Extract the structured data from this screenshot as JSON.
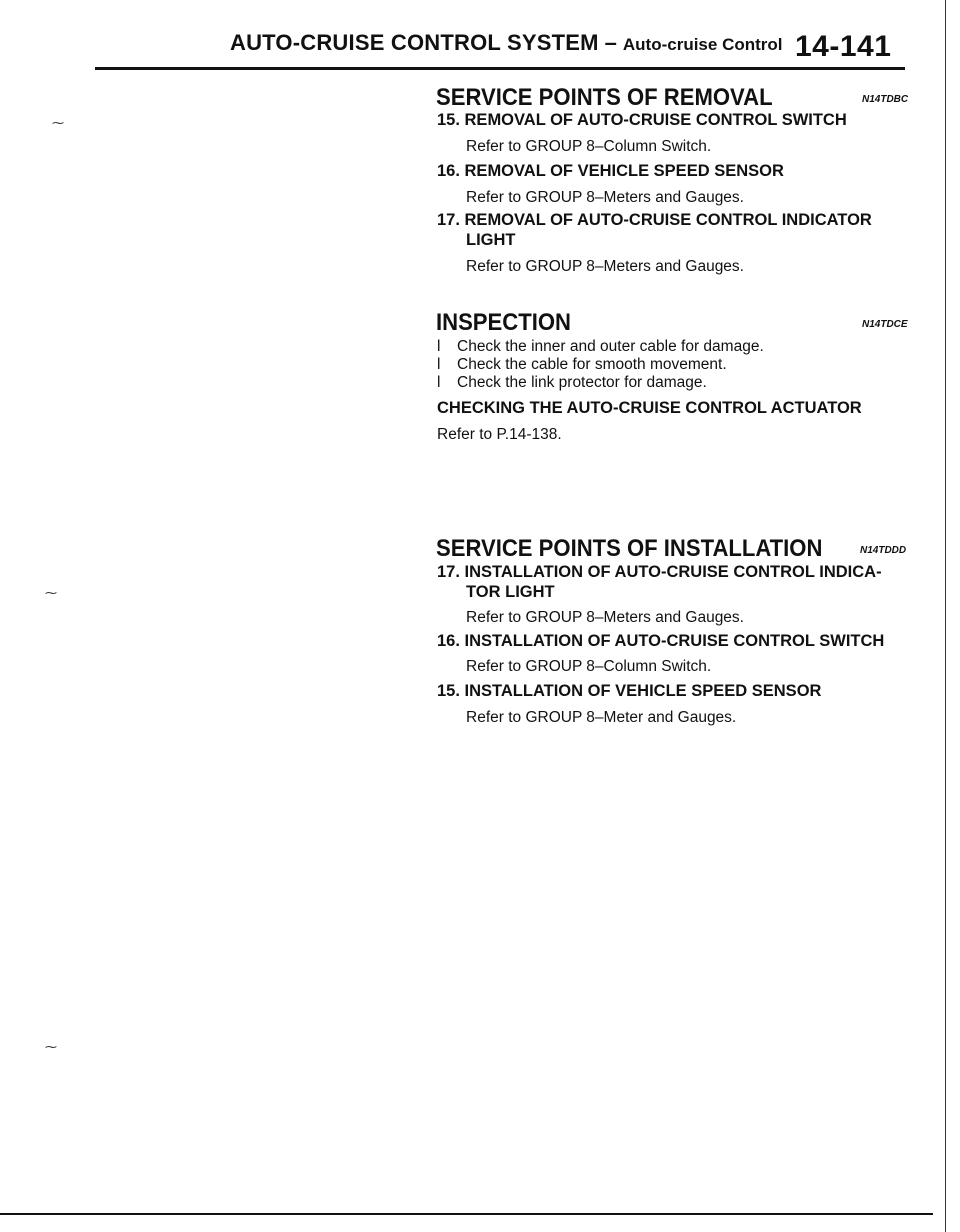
{
  "header": {
    "title": "AUTO-CRUISE CONTROL SYSTEM",
    "dash": "–",
    "subtitle": "Auto-cruise Control",
    "page_number": "14-141"
  },
  "removal": {
    "title": "SERVICE POINTS OF REMOVAL",
    "code": "N14TDBC",
    "items": [
      {
        "heading": "15. REMOVAL OF AUTO-CRUISE CONTROL SWITCH",
        "text": "Refer to GROUP 8–Column Switch."
      },
      {
        "heading": "16. REMOVAL OF VEHICLE SPEED SENSOR",
        "text": "Refer to GROUP 8–Meters and Gauges."
      },
      {
        "heading": "17. REMOVAL OF AUTO-CRUISE CONTROL INDICATOR",
        "heading_cont": "LIGHT",
        "text": "Refer to GROUP 8–Meters and Gauges."
      }
    ]
  },
  "inspection": {
    "title": "INSPECTION",
    "code": "N14TDCE",
    "bullet_symbol": "l",
    "bullets": [
      "Check the inner and outer cable for damage.",
      "Check the cable for smooth movement.",
      "Check the link protector for damage."
    ],
    "subheading": "CHECKING THE AUTO-CRUISE CONTROL ACTUATOR",
    "subtext": "Refer to P.14-138."
  },
  "installation": {
    "title": "SERVICE POINTS OF INSTALLATION",
    "code": "N14TDDD",
    "items": [
      {
        "heading": "17. INSTALLATION OF AUTO-CRUISE CONTROL INDICA-",
        "heading_cont": "TOR LIGHT",
        "text": "Refer to GROUP 8–Meters and Gauges."
      },
      {
        "heading": "16. INSTALLATION OF AUTO-CRUISE CONTROL SWITCH",
        "text": "Refer to GROUP 8–Column Switch."
      },
      {
        "heading": "15. INSTALLATION OF VEHICLE SPEED SENSOR",
        "text": "Refer to GROUP 8–Meter and Gauges."
      }
    ]
  }
}
